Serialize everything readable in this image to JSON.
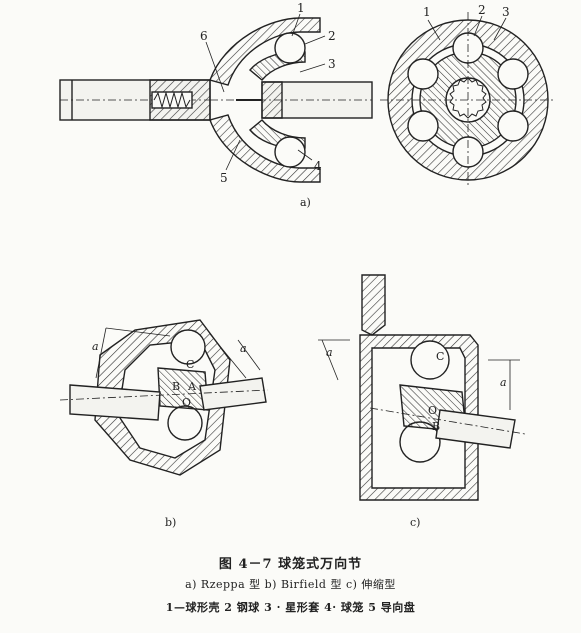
{
  "figure": {
    "title": "图 4－7  球笼式万向节",
    "subtitle": "a) Rzeppa 型  b) Birfield 型  c) 伸缩型",
    "legend": "1—球形壳  2  钢球  3 · 星形套  4· 球笼  5  导向盘"
  },
  "panels": {
    "a": {
      "label": "a)",
      "callouts": [
        "1",
        "2",
        "3",
        "4",
        "5",
        "6",
        "1",
        "2",
        "3"
      ]
    },
    "b": {
      "label": "b)",
      "dims": [
        "a",
        "a"
      ],
      "points": [
        "C",
        "B",
        "A",
        "O"
      ]
    },
    "c": {
      "label": "c)",
      "dims": [
        "a",
        "a"
      ],
      "points": [
        "C",
        "O",
        "B"
      ]
    }
  }
}
